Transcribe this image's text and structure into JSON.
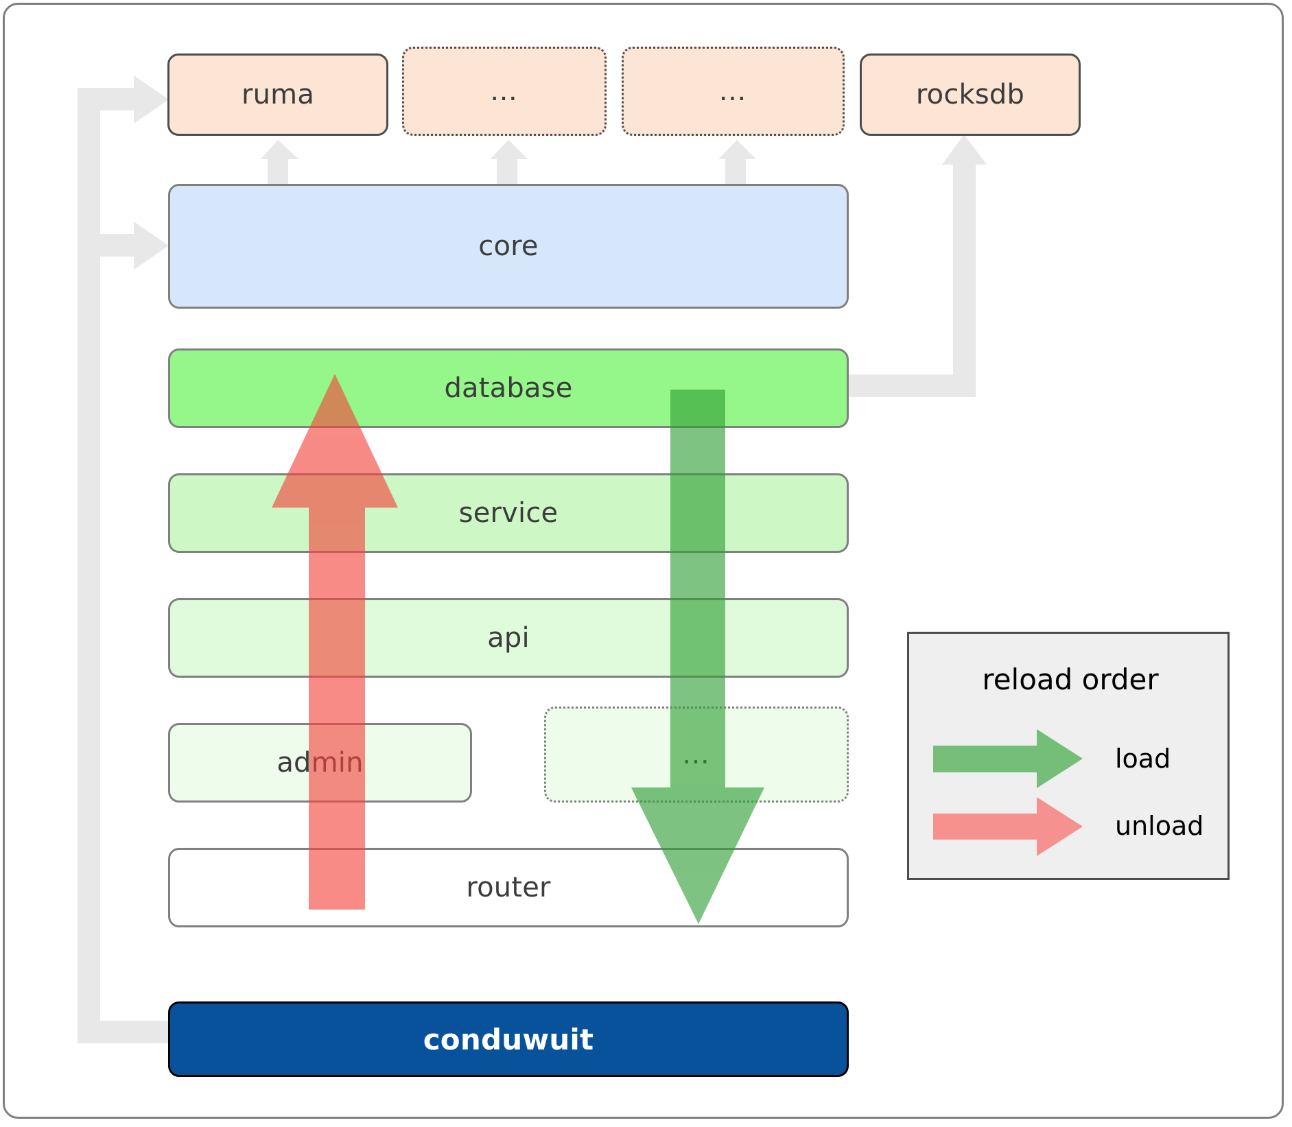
{
  "diagram": {
    "title": "conduwuit crate layering / reload order",
    "frame": {
      "border_color": "#7f7f7f",
      "background": "#ffffff"
    }
  },
  "dependencies": [
    {
      "id": "ruma",
      "label": "ruma",
      "style": "solid",
      "fill": "#fce5d4",
      "border": "#4d4d4d"
    },
    {
      "id": "dep-ell-1",
      "label": "…",
      "style": "dotted",
      "fill": "#fce5d4",
      "border": "#4d4d4d"
    },
    {
      "id": "dep-ell-2",
      "label": "…",
      "style": "dotted",
      "fill": "#fce5d4",
      "border": "#4d4d4d"
    },
    {
      "id": "rocksdb",
      "label": "rocksdb",
      "style": "solid",
      "fill": "#fce5d4",
      "border": "#4d4d4d"
    }
  ],
  "layers": [
    {
      "id": "core",
      "label": "core",
      "style": "solid",
      "fill": "#d6e7fb",
      "border": "#808080"
    },
    {
      "id": "database",
      "label": "database",
      "style": "solid",
      "fill": "#95f78a",
      "border": "#808080"
    },
    {
      "id": "service",
      "label": "service",
      "style": "solid",
      "fill": "#cdf8c5",
      "border": "#808080"
    },
    {
      "id": "api",
      "label": "api",
      "style": "solid",
      "fill": "#e0fbdb",
      "border": "#808080"
    },
    {
      "id": "admin",
      "label": "admin",
      "style": "solid",
      "fill": "#eefcec",
      "border": "#808080"
    },
    {
      "id": "layer-ell",
      "label": "…",
      "style": "dotted",
      "fill": "#eefcec",
      "border": "#808080"
    },
    {
      "id": "router",
      "label": "router",
      "style": "solid",
      "fill": "#ffffff",
      "border": "#808080"
    }
  ],
  "binary": {
    "id": "conduwuit",
    "label": "conduwuit",
    "fill": "#08529c",
    "text_color": "#ffffff"
  },
  "legend": {
    "title": "reload order",
    "items": [
      {
        "id": "load",
        "label": "load",
        "color": "#5cb85c"
      },
      {
        "id": "unload",
        "label": "unload",
        "color": "#fa8383"
      }
    ],
    "background": "#efefef",
    "border": "#4d4d4d"
  },
  "flow_arrows": {
    "load": {
      "direction": "down",
      "color": "#4caf50",
      "from": "database",
      "to": "router"
    },
    "unload": {
      "direction": "up",
      "color": "#f4615f",
      "from": "router",
      "to": "database"
    }
  },
  "connector_color": "#e8e8e8",
  "connector_line_color": "#8c8c8c"
}
